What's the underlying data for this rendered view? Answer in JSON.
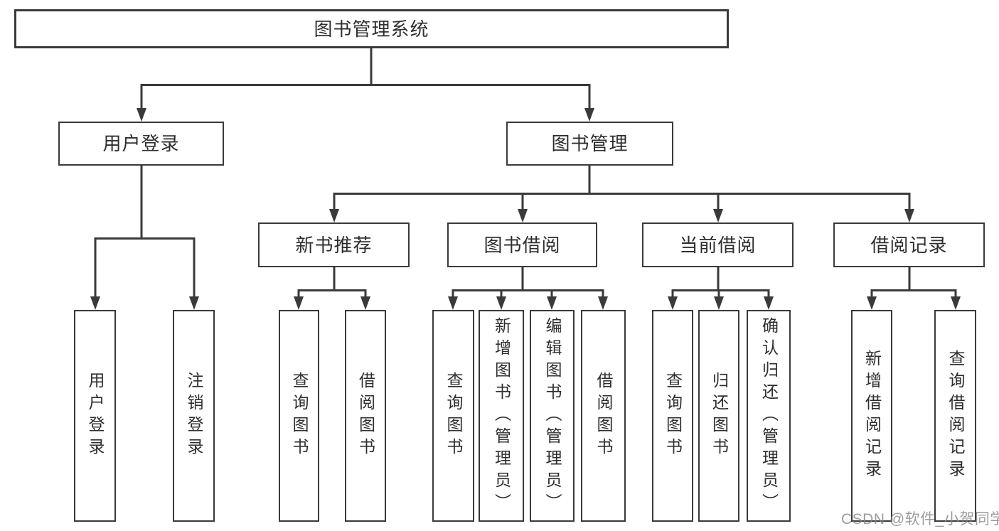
{
  "tree": {
    "label": "图书管理系统",
    "children": [
      {
        "label": "用户登录",
        "children": [
          {
            "label": "用户登录"
          },
          {
            "label": "注销登录"
          }
        ]
      },
      {
        "label": "图书管理",
        "children": [
          {
            "label": "新书推荐",
            "children": [
              {
                "label": "查询图书"
              },
              {
                "label": "借阅图书"
              }
            ]
          },
          {
            "label": "图书借阅",
            "children": [
              {
                "label": "查询图书"
              },
              {
                "label": "新增图书（管理员）"
              },
              {
                "label": "编辑图书（管理员）"
              },
              {
                "label": "借阅图书"
              }
            ]
          },
          {
            "label": "当前借阅",
            "children": [
              {
                "label": "查询图书"
              },
              {
                "label": "归还图书"
              },
              {
                "label": "确认归还（管理员）"
              }
            ]
          },
          {
            "label": "借阅记录",
            "children": [
              {
                "label": "新增借阅记录"
              },
              {
                "label": "查询借阅记录"
              }
            ]
          }
        ]
      }
    ]
  },
  "watermark": {
    "text": "CSDN @软件_小贺同学"
  },
  "colors": {
    "line": "#3a3a3a",
    "text": "#2e2e2e",
    "watermark": "#868686",
    "background": "#ffffff"
  }
}
